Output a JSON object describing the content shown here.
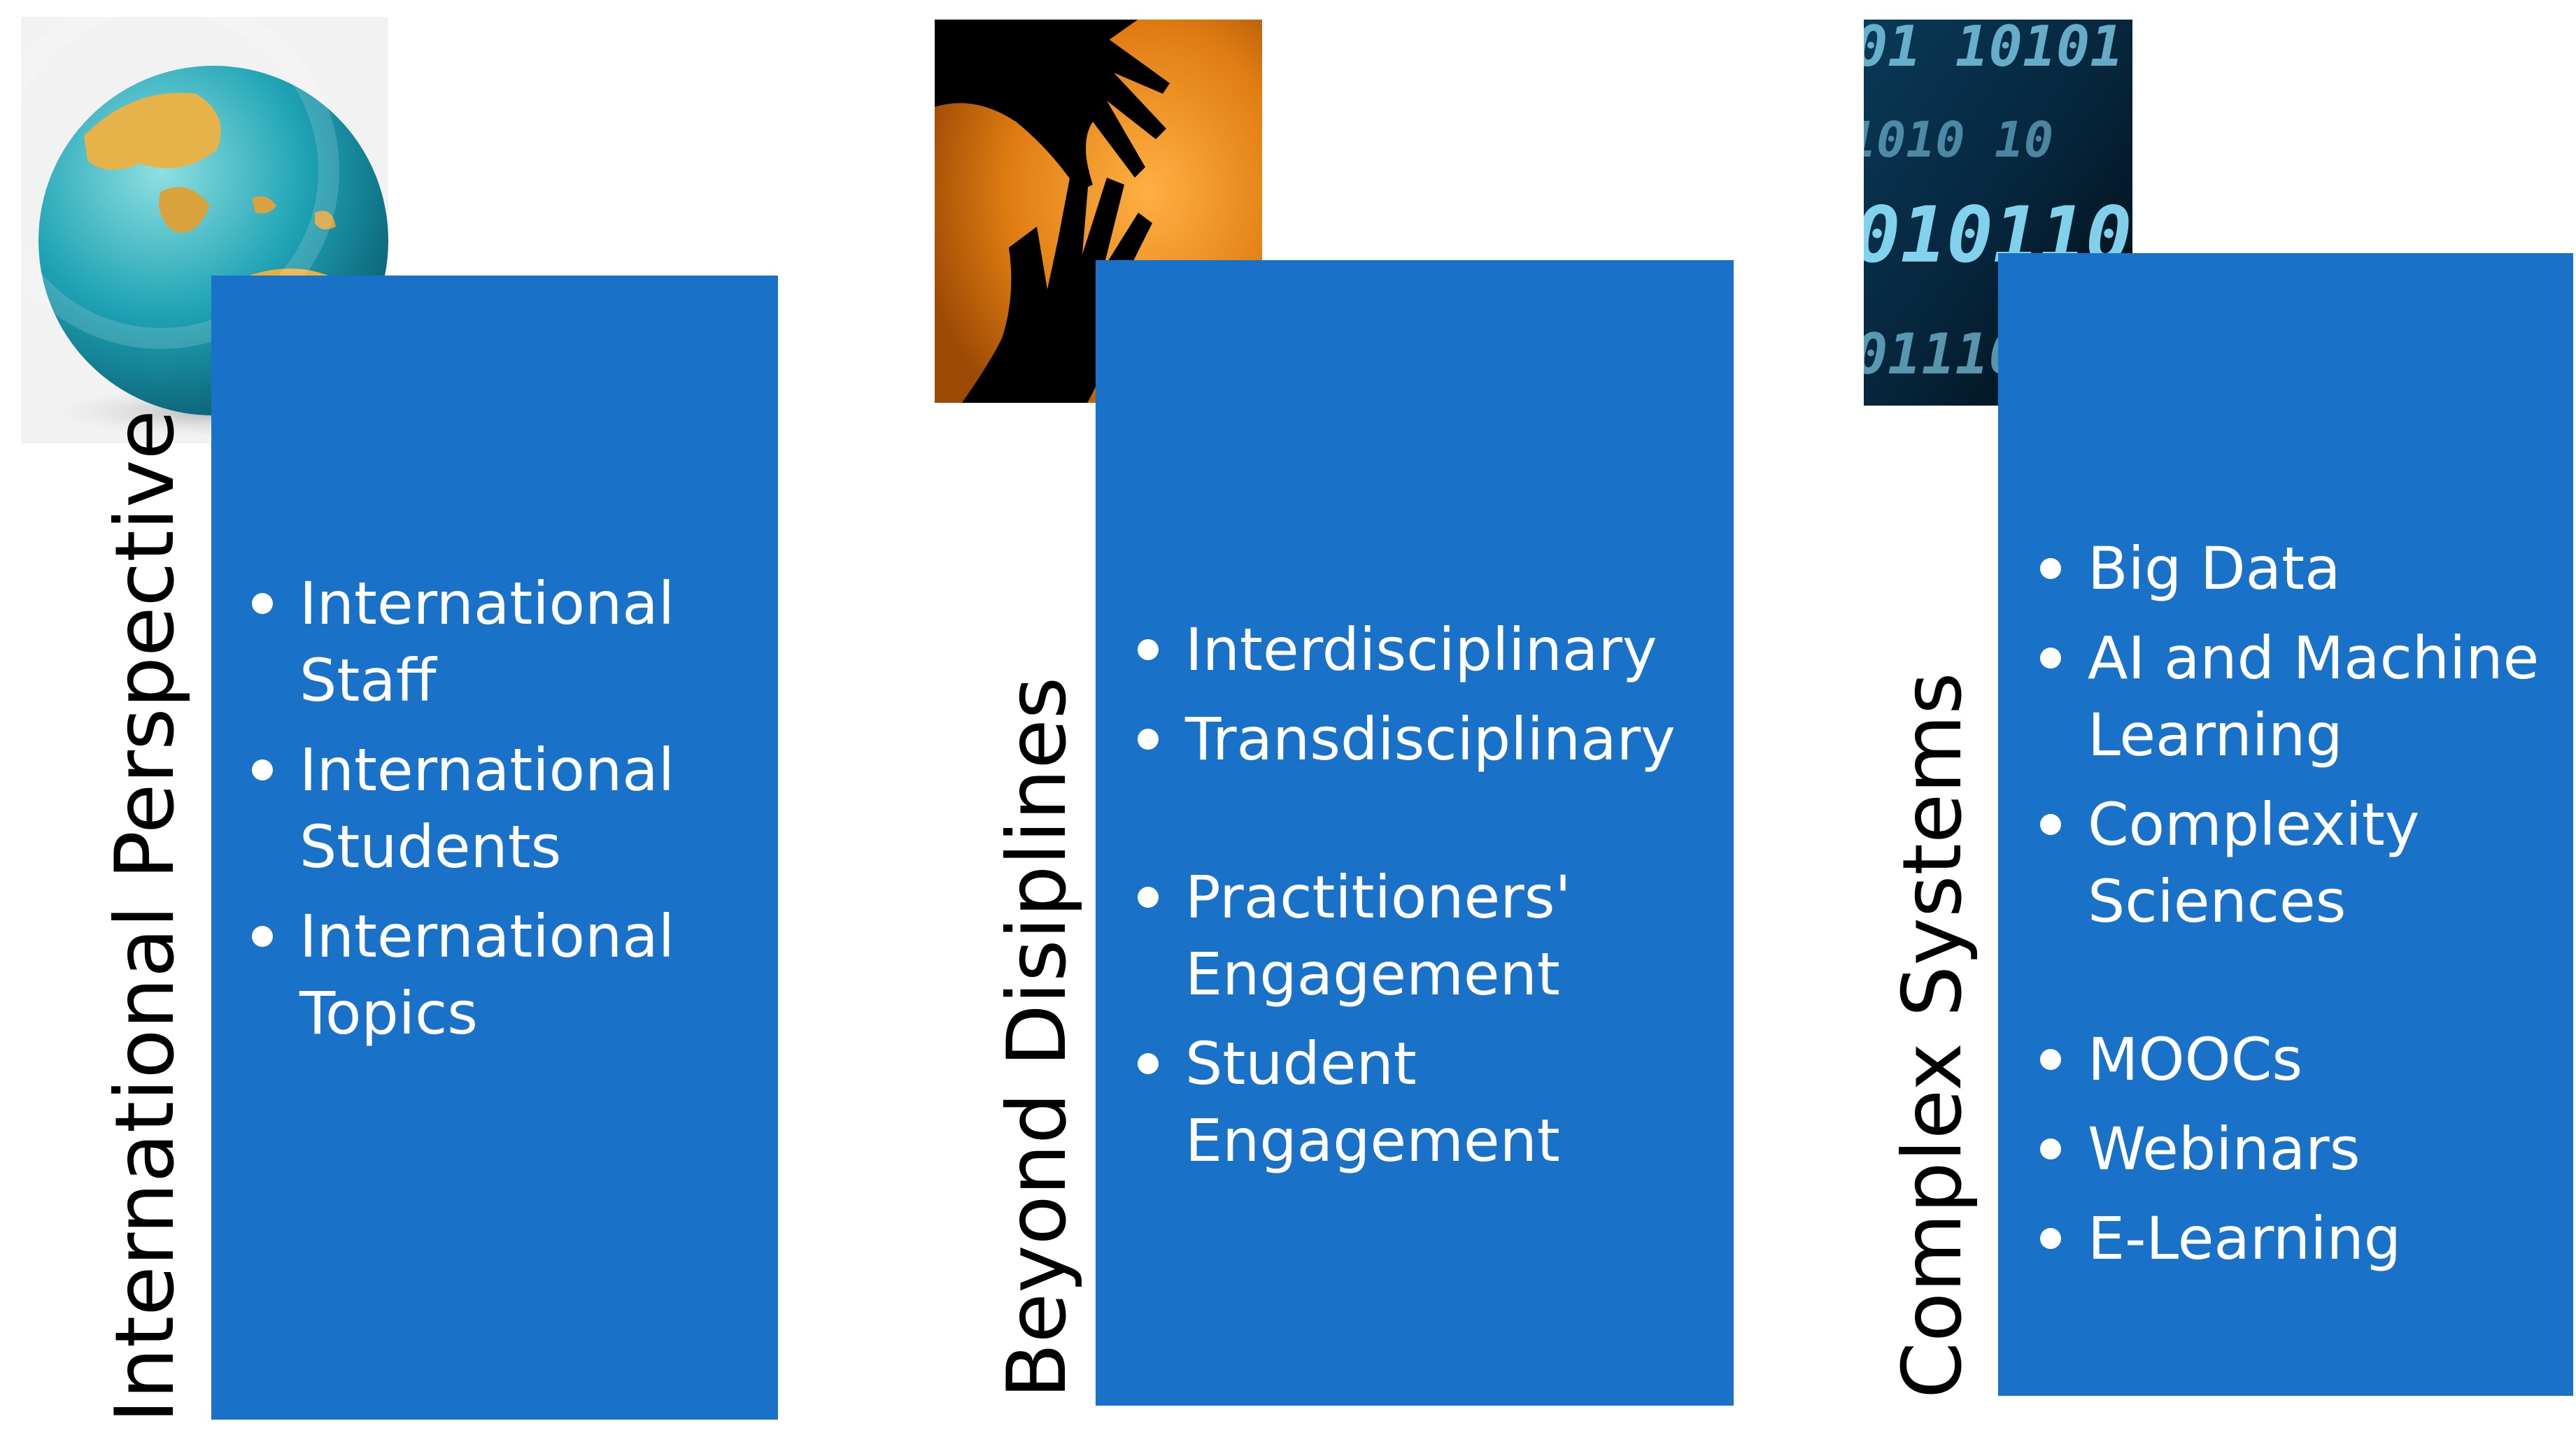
{
  "columns": [
    {
      "title": "International Perspective",
      "image": "globe-image",
      "items": [
        "International Staff",
        "International Students",
        "International Topics"
      ]
    },
    {
      "title": "Beyond Disiplines",
      "image": "reaching-hands-image",
      "items": [
        "Interdisciplinary",
        "Transdisciplinary",
        "Practitioners' Engagement",
        "Student Engagement"
      ]
    },
    {
      "title": "Complex Systems",
      "image": "binary-code-image",
      "items": [
        "Big Data",
        "AI and Machine Learning",
        "Complexity Sciences",
        "MOOCs",
        "Webinars",
        "E-Learning"
      ]
    }
  ],
  "colors": {
    "panel": "#1a72c8",
    "panel_text": "#ffffff",
    "title_text": "#000000"
  }
}
